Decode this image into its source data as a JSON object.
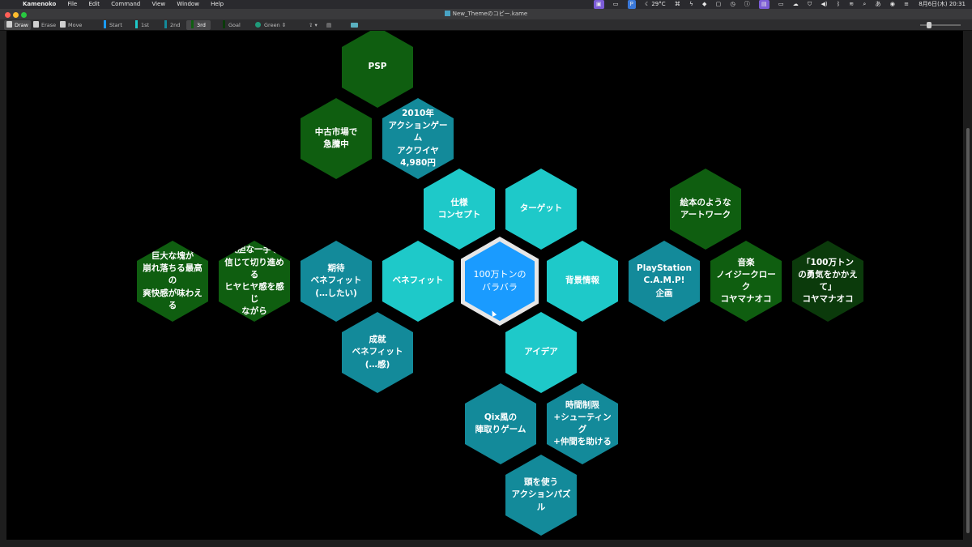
{
  "menubar": {
    "apple": "",
    "items": [
      "Kamenoko",
      "File",
      "Edit",
      "Command",
      "View",
      "Window",
      "Help"
    ],
    "temperature": "29°C",
    "clock": "8月6日(木) 20:31"
  },
  "window": {
    "title": "New_Themeのコピー.kame"
  },
  "toolbar": {
    "draw": "Draw",
    "erase": "Erase",
    "move": "Move",
    "levels": [
      {
        "label": "Start",
        "color": "#1a9bff"
      },
      {
        "label": "1st",
        "color": "#1ec9c9"
      },
      {
        "label": "2nd",
        "color": "#138a9a"
      },
      {
        "label": "3rd",
        "color": "#0f5e10"
      },
      {
        "label": "Goal",
        "color": "#0a3a0a"
      }
    ],
    "color_label": "Green",
    "color_value": "#1f9a7a"
  },
  "colors": {
    "start": "#1a9bff",
    "first": "#1ec9c9",
    "second": "#138a9a",
    "third": "#0f5e10",
    "goal": "#0b3a0b",
    "ring": "#e6e6e6"
  },
  "hexes": {
    "psp": "PSP",
    "used_market": "中古市場で\n急騰中",
    "aquaiya": "2010年\nアクションゲーム\nアクワイヤ\n4,980円",
    "spec": "仕様\nコンセプト",
    "target": "ターゲット",
    "picture_book": "絵本のような\nアートワーク",
    "huge_mass": "巨大な塊が\n崩れ落ちる最高の\n爽快感が味わえる",
    "bold_move": "大胆な一手を\n信じて切り進める\nヒヤヒヤ感を感じ\nながら",
    "expect": "期待\nベネフィット\n(…したい)",
    "benefit": "ベネフィット",
    "center": "100万トンの\nバラバラ",
    "background": "背景情報",
    "playstation": "PlayStation\nC.A.M.P!\n企画",
    "music": "音楽\nノイジークローク\nコヤマナオコ",
    "song": "「100万トン\nの勇気をかかえ\nて」\nコヤマナオコ",
    "achieve": "成就\nベネフィット\n(…感)",
    "idea": "アイデア",
    "qix": "Qix風の\n陣取りゲーム",
    "time_limit": "時間制限\n+シューティング\n+仲間を助ける",
    "head": "頭を使う\nアクションパズル"
  }
}
